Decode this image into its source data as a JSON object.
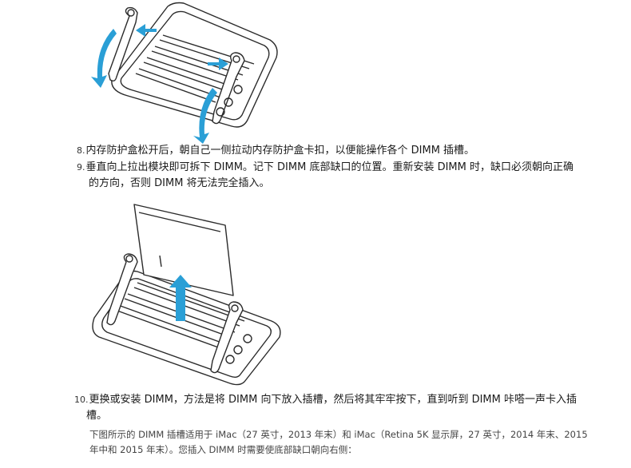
{
  "steps": [
    {
      "number": "8.",
      "text": "内存防护盒松开后，朝自己一侧拉动内存防护盒卡扣，以便能操作各个 DIMM 插槽。"
    },
    {
      "number": "9.",
      "line1": "垂直向上拉出模块即可拆下 DIMM。记下 DIMM 底部缺口的位置。重新安装 DIMM 时，缺口必须朝向正确",
      "line2": "的方向，否则 DIMM 将无法完全插入。"
    },
    {
      "number": "10.",
      "line1": "更换或安装 DIMM，方法是将 DIMM 向下放入插槽，然后将其牢牢按下，直到听到 DIMM 咔嗒一声卡入插",
      "line2": "槽。"
    }
  ],
  "note": {
    "line1": "下图所示的 DIMM 插槽适用于 iMac（27 英寸，2013 年末）和 iMac（Retina 5K 显示屏，27 英寸，2014 年末、2015",
    "line2": "年中和 2015 年末）。您插入 DIMM 时需要使底部缺口朝向右侧："
  },
  "colors": {
    "arrow": "#2a9fd6",
    "line": "#2b2b2b",
    "text": "#1a1a1a"
  },
  "icons": [
    "arrow-open-icon",
    "arrow-up-icon"
  ]
}
